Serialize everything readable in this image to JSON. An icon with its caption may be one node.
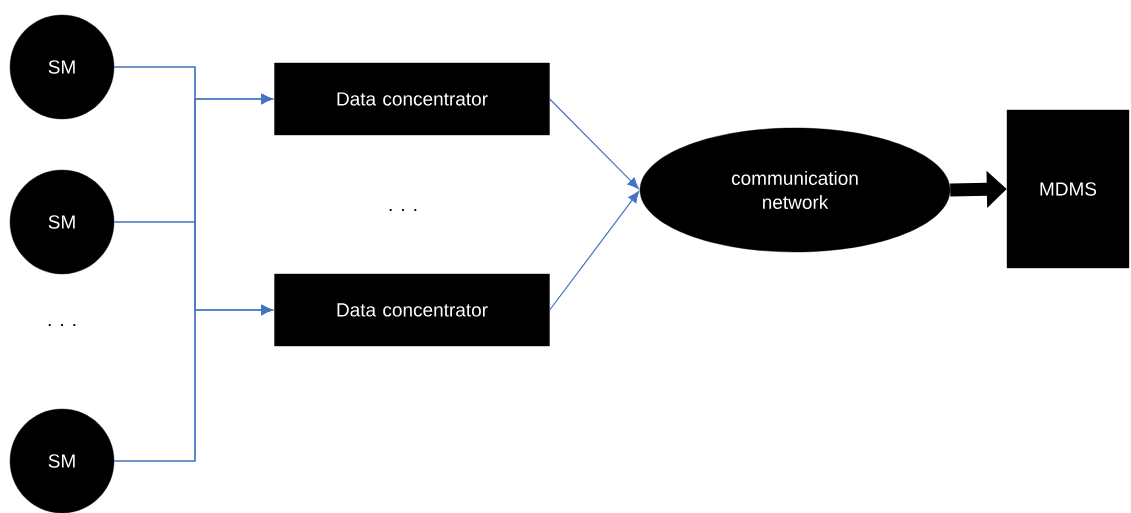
{
  "diagram": {
    "nodes": [
      {
        "text": [
          "SM"
        ]
      },
      {
        "text": [
          "SM"
        ]
      },
      {
        "text": [
          "SM"
        ]
      },
      {
        "text": [
          "Data concentrator"
        ]
      },
      {
        "text": [
          "Data concentrator"
        ]
      },
      {
        "text": [
          "communication network"
        ]
      },
      {
        "text": [
          "MDMS"
        ]
      }
    ],
    "edges": [
      {
        "from": 0,
        "to": 3,
        "arrow": "to"
      },
      {
        "from": 0,
        "to": 4,
        "arrow": "to"
      },
      {
        "from": 1,
        "to": 3,
        "arrow": "to"
      },
      {
        "from": 1,
        "to": 4,
        "arrow": "to"
      },
      {
        "from": 2,
        "to": 3,
        "arrow": "to"
      },
      {
        "from": 2,
        "to": 4,
        "arrow": "to"
      },
      {
        "from": 3,
        "to": 5,
        "arrow": "to"
      },
      {
        "from": 4,
        "to": 5,
        "arrow": "to"
      },
      {
        "from": 5,
        "to": 6,
        "arrow": "to",
        "style": "thick",
        "color": "#000000"
      }
    ],
    "labels": [
      ". . .",
      ". . ."
    ]
  }
}
